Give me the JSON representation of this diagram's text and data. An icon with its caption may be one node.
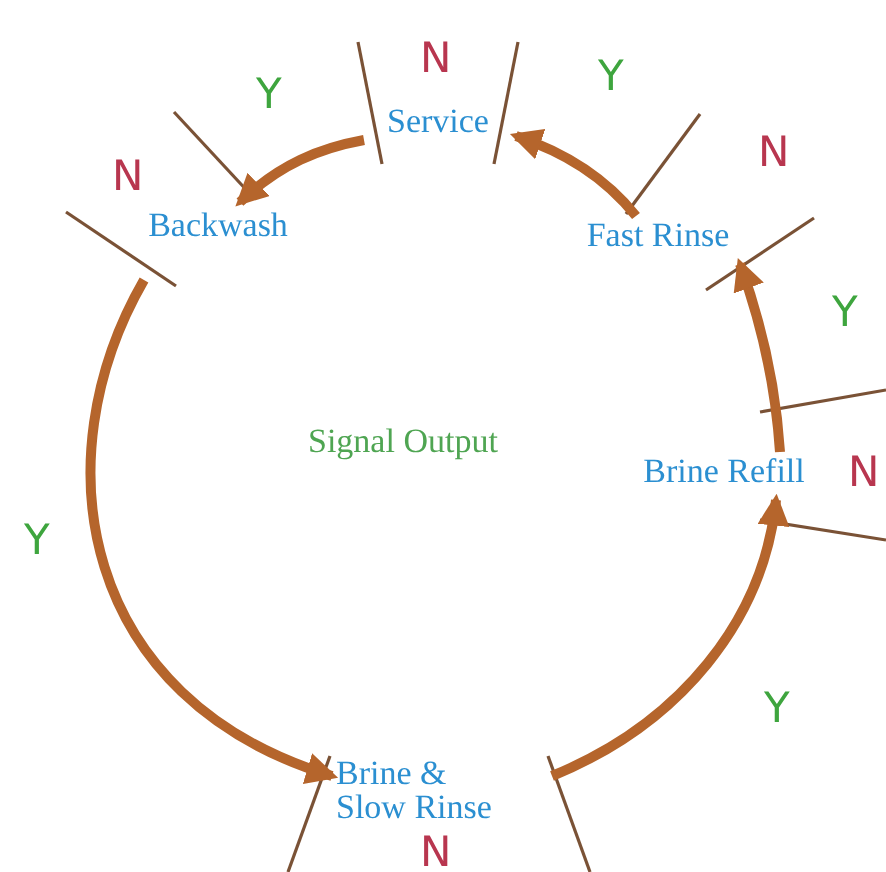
{
  "diagram": {
    "nodes": [
      {
        "text": [
          "Service"
        ],
        "beside": [
          "N"
        ]
      },
      {
        "text": [
          "Backwash"
        ],
        "beside": [
          "N"
        ]
      },
      {
        "text": [
          "Brine & Slow Rinse"
        ],
        "beside": [
          "N"
        ]
      },
      {
        "text": [
          "Brine Refill"
        ],
        "beside": [
          "N"
        ]
      },
      {
        "text": [
          "Fast Rinse"
        ],
        "beside": [
          "N"
        ]
      }
    ],
    "edges": [
      {
        "from": 0,
        "to": 1,
        "arrow": "to",
        "label": "Y"
      },
      {
        "from": 1,
        "to": 2,
        "arrow": "to",
        "label": "Y"
      },
      {
        "from": 2,
        "to": 3,
        "arrow": "to",
        "label": "Y"
      },
      {
        "from": 3,
        "to": 4,
        "arrow": "to",
        "label": "Y"
      },
      {
        "from": 4,
        "to": 0,
        "arrow": "to",
        "label": "Y"
      }
    ],
    "labels": [
      "Signal Output"
    ]
  }
}
